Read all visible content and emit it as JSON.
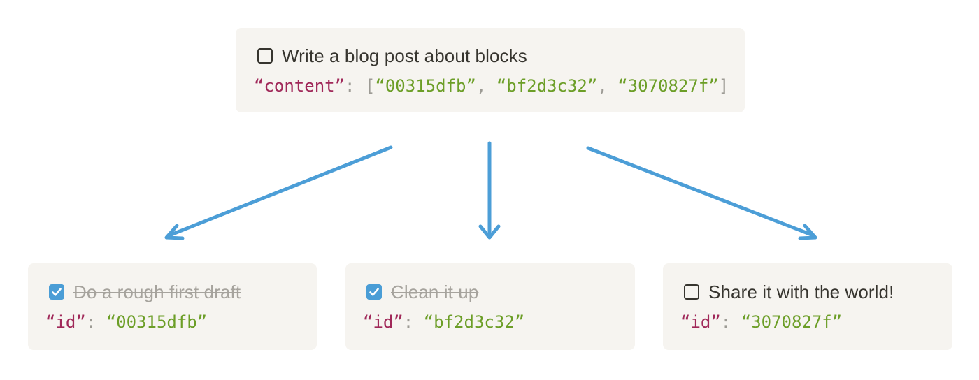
{
  "colors": {
    "card_bg": "#F6F4F0",
    "todo_text": "#37352F",
    "done_text": "#A6A39D",
    "code_key": "#A02859",
    "code_string": "#6C9E27",
    "code_punct": "#9D9B95",
    "arrow": "#4C9ED7",
    "checkbox_checked_bg": "#4A9DD6",
    "checkbox_border": "#37352F"
  },
  "icons": {
    "checkbox_unchecked": "unchecked-checkbox-icon",
    "checkbox_checked": "checked-checkbox-icon",
    "arrows": [
      "arrow-down-left-icon",
      "arrow-down-icon",
      "arrow-down-right-icon"
    ]
  },
  "parent_block": {
    "checked": false,
    "todo_label": "Write a blog post about blocks",
    "code": {
      "key": "“content”",
      "colon_open": ": [",
      "ids": [
        "“00315dfb”",
        "“bf2d3c32”",
        "“3070827f”"
      ],
      "comma": ", ",
      "close": "]"
    }
  },
  "child_blocks": [
    {
      "checked": true,
      "todo_label": "Do a rough first draft",
      "code": {
        "key": "“id”",
        "colon": ": ",
        "value": "“00315dfb”"
      }
    },
    {
      "checked": true,
      "todo_label": "Clean it up",
      "code": {
        "key": "“id”",
        "colon": ": ",
        "value": "“bf2d3c32”"
      }
    },
    {
      "checked": false,
      "todo_label": "Share it with the world!",
      "code": {
        "key": "“id”",
        "colon": ": ",
        "value": "“3070827f”"
      }
    }
  ]
}
